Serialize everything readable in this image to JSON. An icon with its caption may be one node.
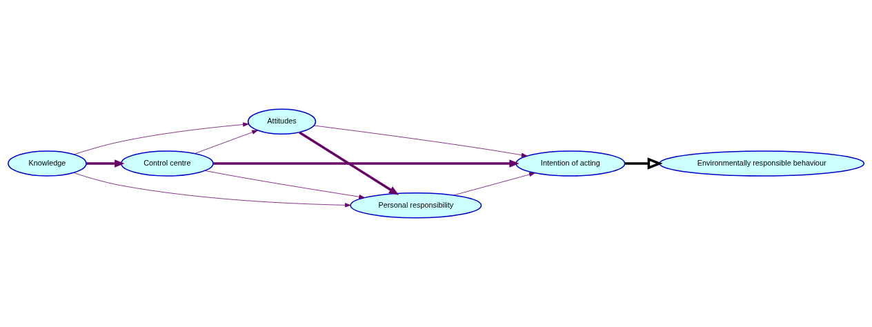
{
  "diagram": {
    "nodes": [
      {
        "text": [
          "Knowledge"
        ]
      },
      {
        "text": [
          "Attitudes"
        ]
      },
      {
        "text": [
          "Control centre"
        ]
      },
      {
        "text": [
          "Intention of acting"
        ]
      },
      {
        "text": [
          "Personal responsibility"
        ]
      },
      {
        "text": [
          "Environmentally responsible behaviour"
        ]
      }
    ],
    "edges": [
      {
        "from": 0,
        "to": 1,
        "arrow": "to"
      },
      {
        "from": 0,
        "to": 2,
        "arrow": "to",
        "style": "thick"
      },
      {
        "from": 0,
        "to": 4,
        "arrow": "to"
      },
      {
        "from": 2,
        "to": 1,
        "arrow": "to"
      },
      {
        "from": 2,
        "to": 3,
        "arrow": "to",
        "style": "thick"
      },
      {
        "from": 1,
        "to": 3,
        "arrow": "to"
      },
      {
        "from": 1,
        "to": 4,
        "arrow": "to",
        "style": "thick"
      },
      {
        "from": 2,
        "to": 4,
        "arrow": "to"
      },
      {
        "from": 4,
        "to": 3,
        "arrow": "to"
      },
      {
        "from": 3,
        "to": 5,
        "arrow": "to",
        "style": "thick",
        "color": "#000000"
      }
    ]
  }
}
